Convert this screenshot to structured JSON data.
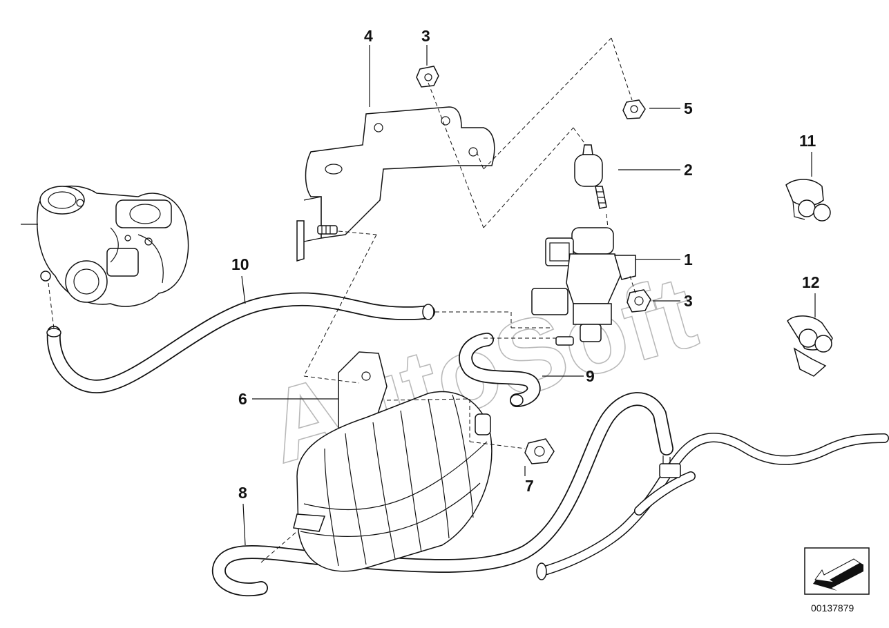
{
  "diagram": {
    "watermark": "AutoSoft",
    "part_number": "00137879",
    "callouts": [
      {
        "id": "c1",
        "label": "1"
      },
      {
        "id": "c2",
        "label": "2"
      },
      {
        "id": "c3a",
        "label": "3"
      },
      {
        "id": "c3b",
        "label": "3"
      },
      {
        "id": "c4",
        "label": "4"
      },
      {
        "id": "c5",
        "label": "5"
      },
      {
        "id": "c6",
        "label": "6"
      },
      {
        "id": "c7",
        "label": "7"
      },
      {
        "id": "c8",
        "label": "8"
      },
      {
        "id": "c9",
        "label": "9"
      },
      {
        "id": "c10",
        "label": "10"
      },
      {
        "id": "c11",
        "label": "11"
      },
      {
        "id": "c12",
        "label": "12"
      }
    ],
    "icons": [
      "direction-arrow-icon"
    ]
  }
}
